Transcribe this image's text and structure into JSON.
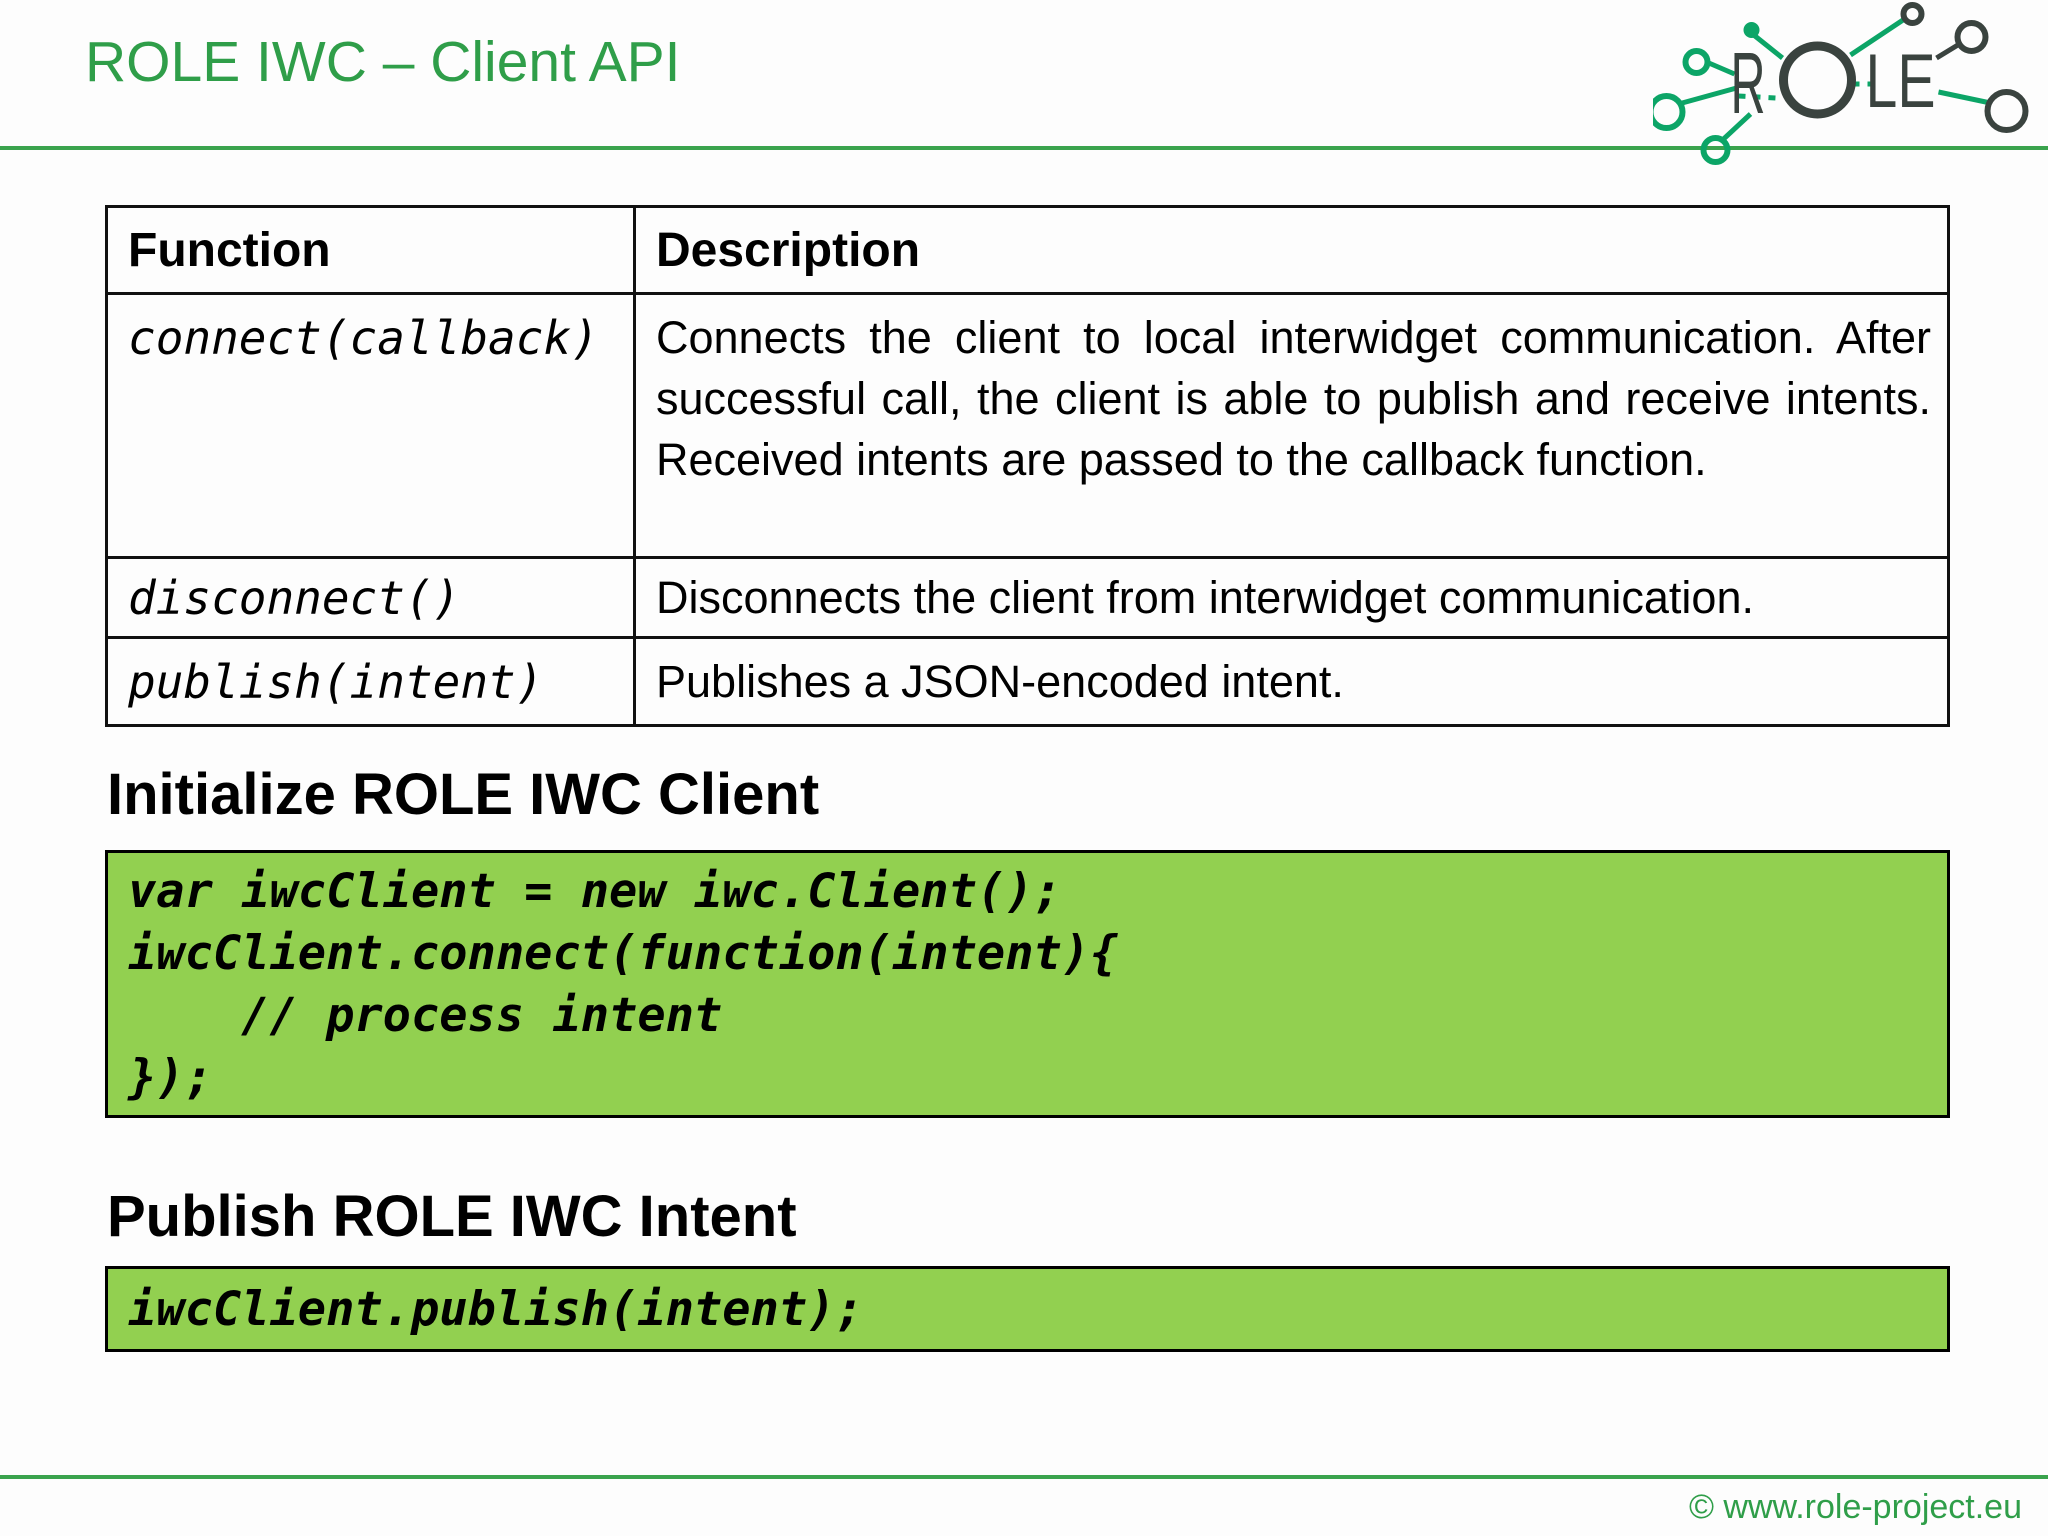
{
  "header": {
    "title": "ROLE IWC – Client API",
    "logo": {
      "letter_r": "R",
      "letters_le": "LE"
    }
  },
  "table": {
    "headers": [
      "Function",
      "Description"
    ],
    "rows": [
      {
        "function": "connect(callback)",
        "description": "Connects the client to local interwidget communication. After successful call, the client is able to publish and receive intents. Received intents are passed to the callback function."
      },
      {
        "function": "disconnect()",
        "description": "Disconnects the client from interwidget communication."
      },
      {
        "function": "publish(intent)",
        "description": "Publishes a JSON-encoded intent."
      }
    ]
  },
  "sections": [
    {
      "heading": "Initialize ROLE IWC Client",
      "code": "var iwcClient = new iwc.Client();\niwcClient.connect(function(intent){\n    // process intent\n});"
    },
    {
      "heading": "Publish ROLE IWC Intent",
      "code": "iwcClient.publish(intent);"
    }
  ],
  "footer": {
    "copyright": "© www.role-project.eu"
  },
  "colors": {
    "title_green": "#2f9e49",
    "line_green": "#3aa34d",
    "code_background": "#92d050",
    "logo_green": "#0ca567",
    "logo_dark": "#3a433f"
  }
}
